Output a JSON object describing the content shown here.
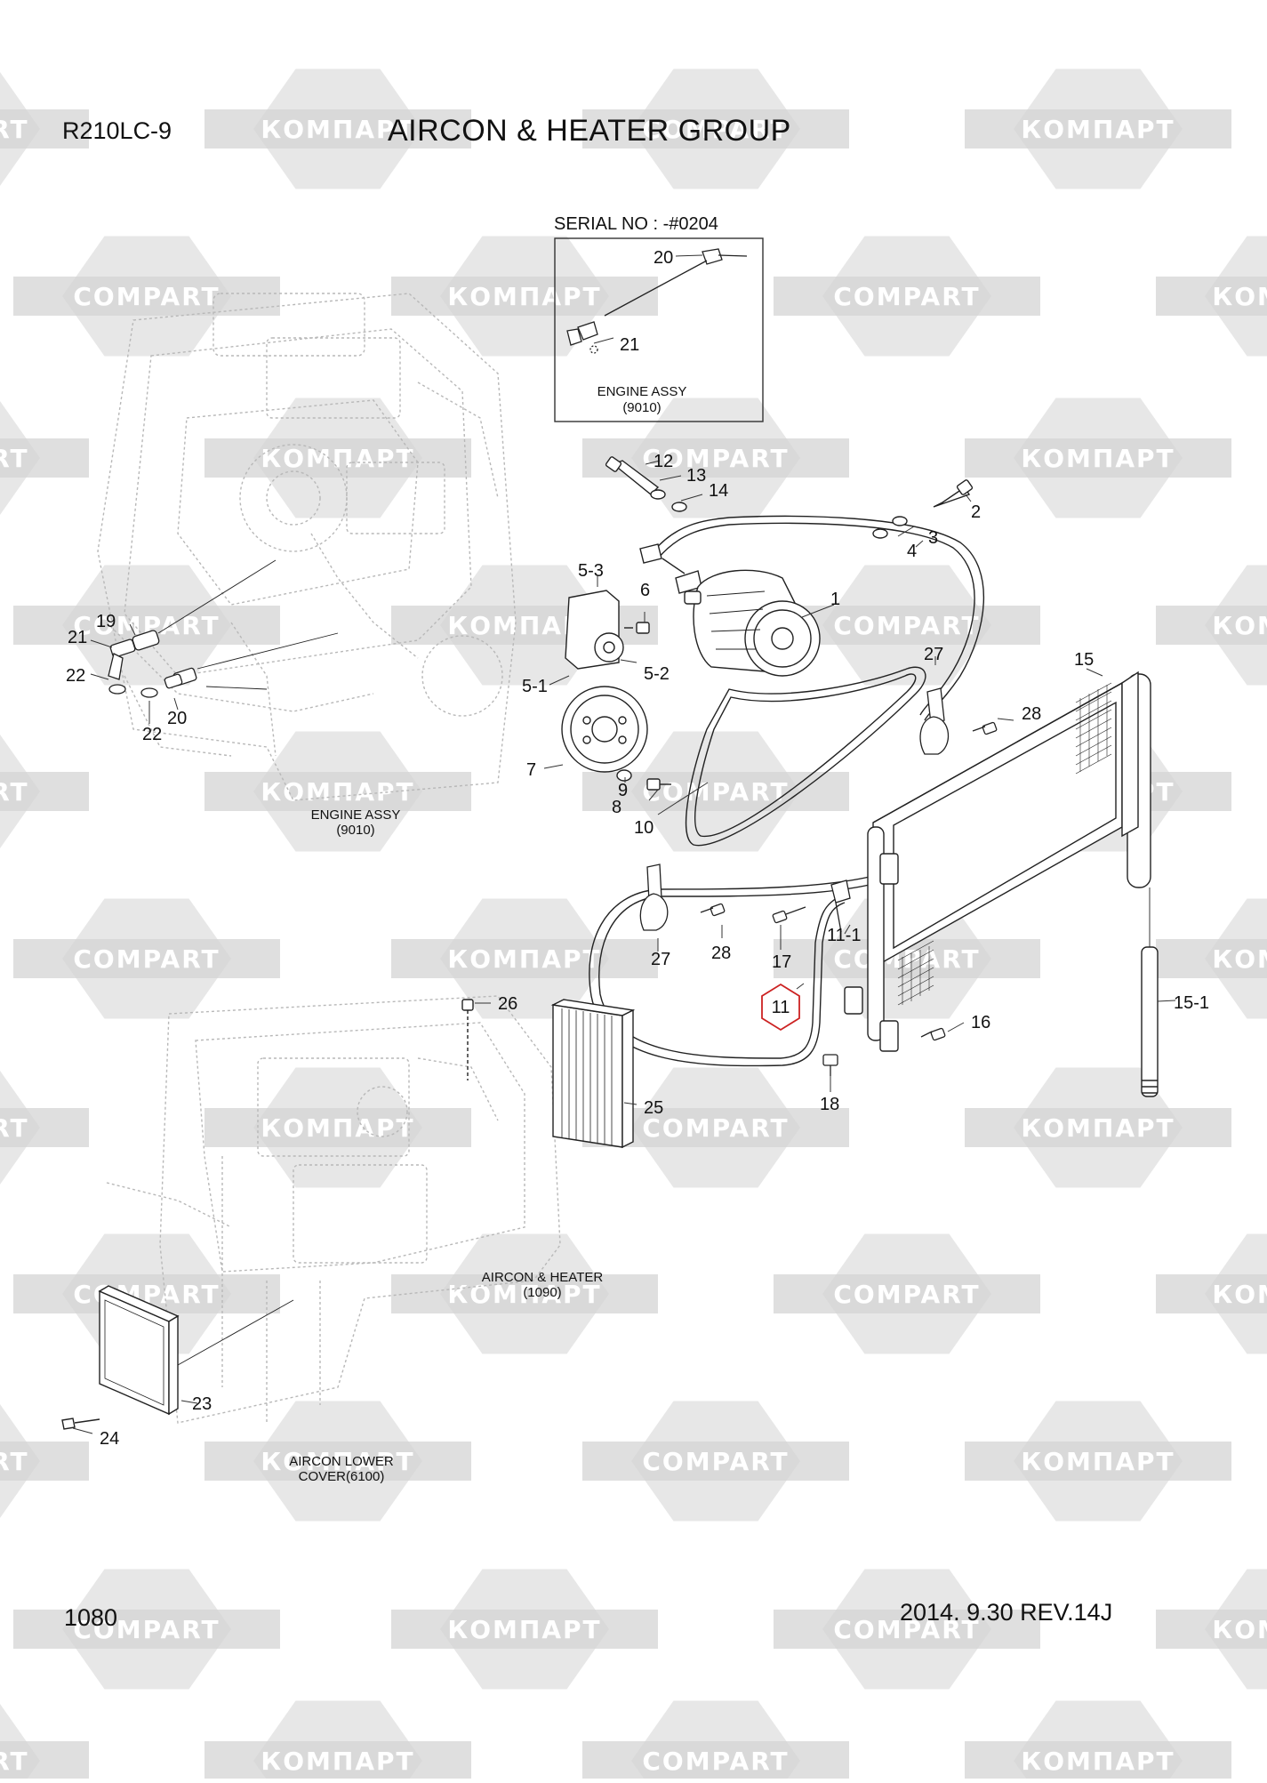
{
  "header": {
    "model": "R210LC-9",
    "title": "AIRCON & HEATER GROUP"
  },
  "inset": {
    "serial": "SERIAL NO : -#0204",
    "label_line1": "ENGINE ASSY",
    "label_line2": "(9010)"
  },
  "notes": {
    "engine_line1": "ENGINE ASSY",
    "engine_line2": "(9010)",
    "aircon_line1": "AIRCON & HEATER",
    "aircon_line2": "(1090)",
    "lower_line1": "AIRCON LOWER",
    "lower_line2": "COVER(6100)"
  },
  "callouts": {
    "p1": "1",
    "p2": "2",
    "p3": "3",
    "p4": "4",
    "p5_1": "5-1",
    "p5_2": "5-2",
    "p5_3": "5-3",
    "p6": "6",
    "p7": "7",
    "p8": "8",
    "p9": "9",
    "p10": "10",
    "p11": "11",
    "p11_1": "11-1",
    "p12": "12",
    "p13": "13",
    "p14": "14",
    "p15": "15",
    "p15_1": "15-1",
    "p16": "16",
    "p17": "17",
    "p18": "18",
    "p19": "19",
    "p20a": "20",
    "p20b": "20",
    "p21a": "21",
    "p21b": "21",
    "p22a": "22",
    "p22b": "22",
    "p23": "23",
    "p24": "24",
    "p25": "25",
    "p26": "26",
    "p27a": "27",
    "p27b": "27",
    "p28a": "28",
    "p28b": "28"
  },
  "highlight": {
    "part": "11",
    "color": "#cc2222"
  },
  "watermark": {
    "text_latin": "COMPART",
    "text_cyr": "КОМПАРТ",
    "color": "#d4d4d4"
  },
  "footer": {
    "page": "1080",
    "revision": "2014. 9.30  REV.14J"
  }
}
